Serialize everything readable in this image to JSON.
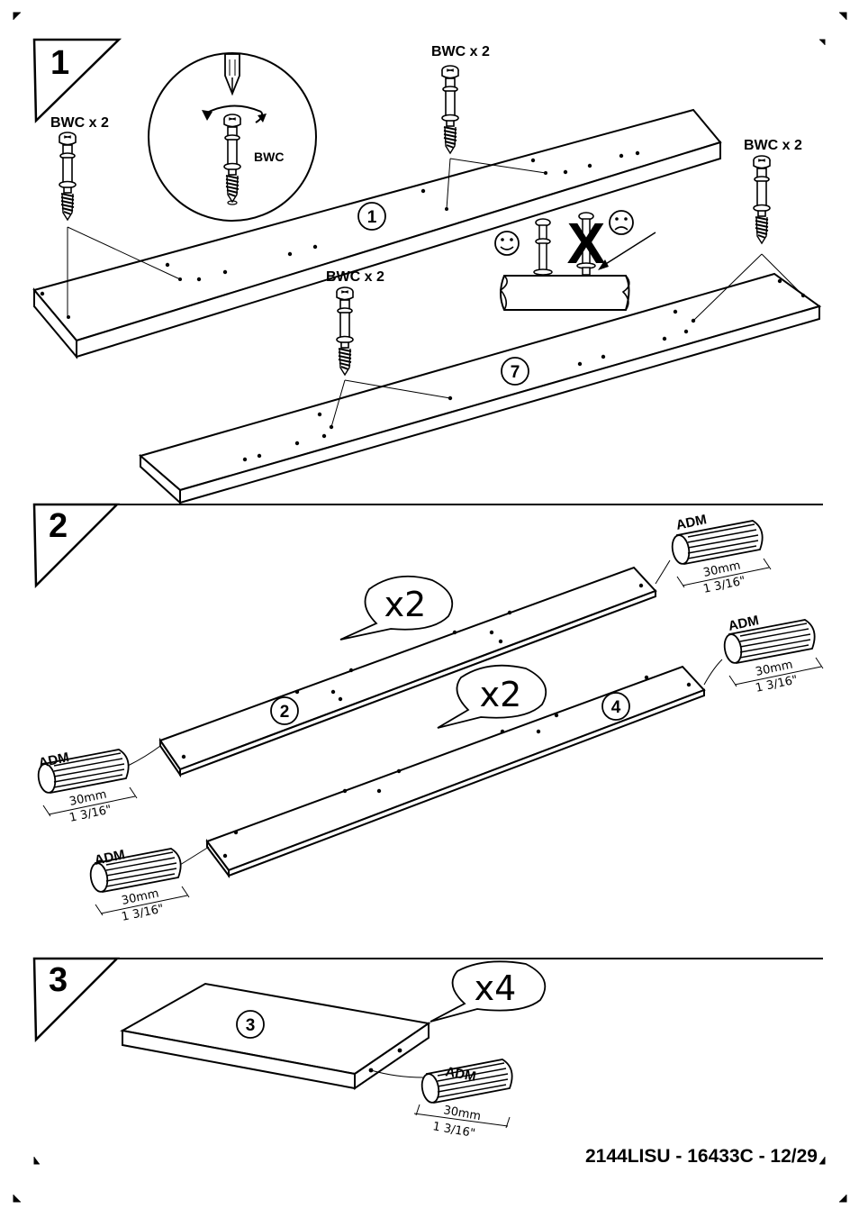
{
  "steps": [
    {
      "number": "1",
      "labels": {
        "bwc_left": "BWC x 2",
        "bwc_top": "BWC x 2",
        "bwc_right": "BWC x 2",
        "bwc_middle": "BWC x 2",
        "bwc_detail": "BWC"
      },
      "panels": [
        "1",
        "7"
      ],
      "warning_mark": "X"
    },
    {
      "number": "2",
      "callouts": [
        "x2",
        "x2"
      ],
      "panels": [
        "2",
        "4"
      ],
      "dowel": {
        "name": "ADM",
        "metric": "30mm",
        "imperial": "1 3/16\""
      }
    },
    {
      "number": "3",
      "callouts": [
        "x4"
      ],
      "panels": [
        "3"
      ],
      "dowel": {
        "name": "ADM",
        "metric": "30mm",
        "imperial": "1 3/16\""
      }
    }
  ],
  "footer": {
    "code": "2144LISU - 16433C - 12/29"
  }
}
